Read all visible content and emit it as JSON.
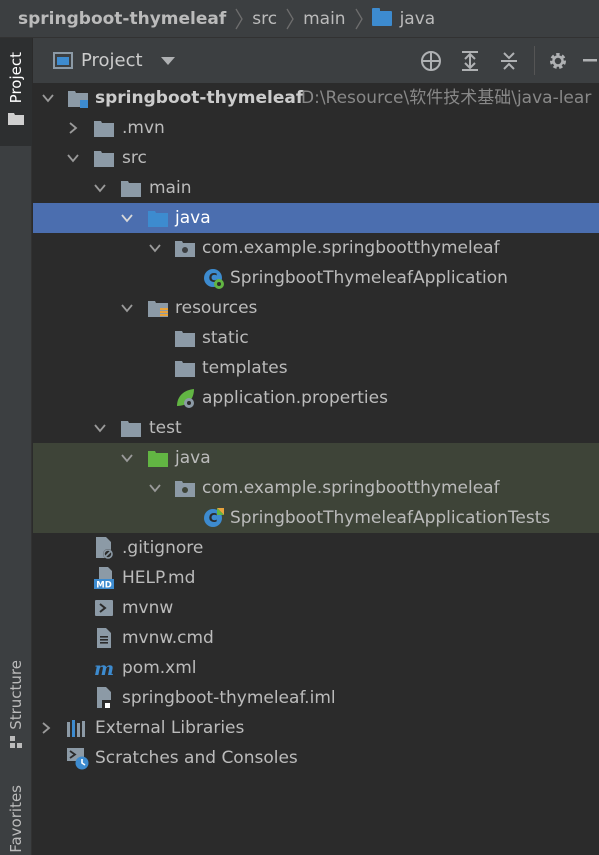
{
  "breadcrumb": {
    "project": "springboot-thymeleaf",
    "items": [
      "src",
      "main",
      "java"
    ]
  },
  "stripe": {
    "project_tab": "Project",
    "structure_tab": "Structure",
    "favorites_tab": "Favorites"
  },
  "header": {
    "title": "Project"
  },
  "tree": {
    "root_name": "springboot-thymeleaf",
    "root_path": "D:\\Resource\\软件技术基础\\java-lear",
    "mvn": ".mvn",
    "src": "src",
    "main": "main",
    "main_java": "java",
    "main_pkg": "com.example.springbootthymeleaf",
    "app_class": "SpringbootThymeleafApplication",
    "resources": "resources",
    "static": "static",
    "templates": "templates",
    "app_props": "application.properties",
    "test": "test",
    "test_java": "java",
    "test_pkg": "com.example.springbootthymeleaf",
    "test_class": "SpringbootThymeleafApplicationTests",
    "gitignore": ".gitignore",
    "help": "HELP.md",
    "mvnw": "mvnw",
    "mvnw_cmd": "mvnw.cmd",
    "pom": "pom.xml",
    "iml": "springboot-thymeleaf.iml",
    "ext_libs": "External Libraries",
    "scratches": "Scratches and Consoles",
    "help_icon_text": "MD"
  },
  "colors": {
    "selection": "#4b6eaf",
    "test_bg": "#3e4438",
    "source_folder": "#3d8bcf",
    "test_folder": "#62b543",
    "folder": "#8c9aa6"
  }
}
